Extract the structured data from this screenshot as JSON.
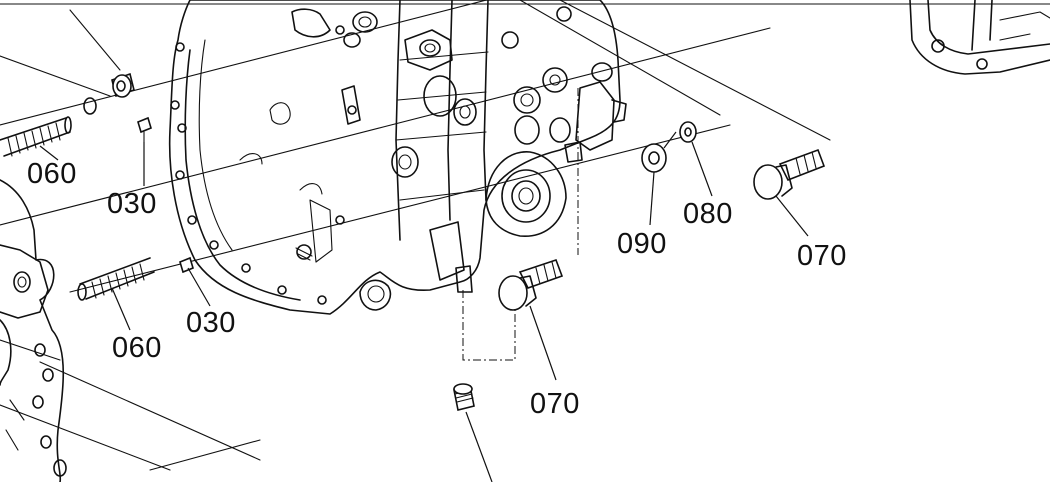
{
  "callouts": {
    "c060_upper": "060",
    "c030_upper": "030",
    "c060_lower": "060",
    "c030_lower": "030",
    "c090": "090",
    "c080": "080",
    "c070_right": "070",
    "c070_lower": "070"
  },
  "colors": {
    "ink": "#111111",
    "paper": "#ffffff"
  }
}
